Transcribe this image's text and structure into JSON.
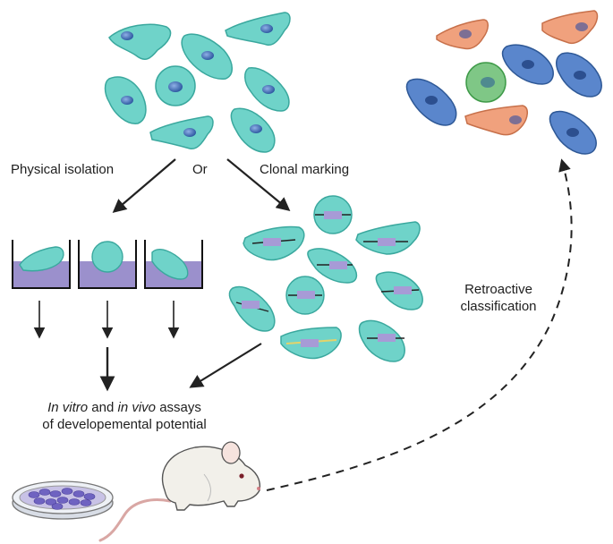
{
  "labels": {
    "physical_isolation": "Physical isolation",
    "or": "Or",
    "clonal_marking": "Clonal marking",
    "retroactive_line1": "Retroactive",
    "retroactive_line2": "classification",
    "assays_part1": "In vitro",
    "assays_part2": " and ",
    "assays_part3": "in vivo",
    "assays_part4": " assays",
    "assays_line2": "of developemental potential"
  },
  "colors": {
    "progenitor_fill": "#6fd3c9",
    "progenitor_stroke": "#3aa89e",
    "nucleus": "#4a72b8",
    "blue_cell": "#5a86cc",
    "orange_cell": "#f0a17d",
    "green_cell": "#7fc786",
    "medium": "#9b90cc",
    "marker_bar": "#a79bd6",
    "arrow": "#222222"
  },
  "icons": [
    "petri-dish-icon",
    "mouse-icon"
  ]
}
